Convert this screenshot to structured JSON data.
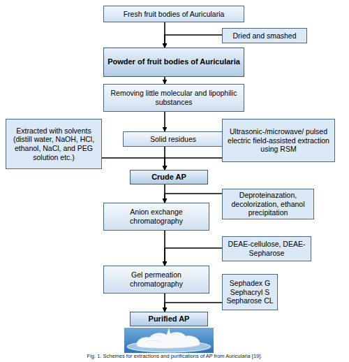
{
  "diagram": {
    "caption": "Fig. 1. Schemes for extractions and purifications of AP from Auricularia [19].",
    "nodes": [
      {
        "text": [
          "Fresh fruit bodies of Auricularia"
        ]
      },
      {
        "text": [
          "Dried and smashed"
        ]
      },
      {
        "text": [
          "Powder of fruit bodies of Auricularia"
        ]
      },
      {
        "text": [
          "Removing little molecular and lipophilic substances"
        ]
      },
      {
        "text": [
          "Extracted with solvents (distill water, NaOH, HCl, ethanol, NaCl, and PEG solution etc.)"
        ]
      },
      {
        "text": [
          "Solid residues"
        ]
      },
      {
        "text": [
          "Ultrasonic-/microwave/ pulsed electric field-assisted extraction using RSM"
        ]
      },
      {
        "text": [
          "Crude AP"
        ]
      },
      {
        "text": [
          "Deproteinazation, decolorization, ethanol precipitation"
        ]
      },
      {
        "text": [
          "Anion exchange chromatography"
        ]
      },
      {
        "text": [
          "DEAE-cellulose, DEAE-Sepharose"
        ]
      },
      {
        "text": [
          "Gel permeation chromatography"
        ]
      },
      {
        "text": [
          "Sephadex G Sephacryl S Sepharose CL"
        ]
      },
      {
        "text": [
          "Purified AP"
        ]
      }
    ],
    "edges": [
      {
        "from": 0,
        "to": 2,
        "arrow": "to"
      },
      {
        "from": 1,
        "to": 2,
        "arrow": "to"
      },
      {
        "from": 2,
        "to": 3,
        "arrow": "to"
      },
      {
        "from": 3,
        "to": 5,
        "arrow": "to"
      },
      {
        "from": 5,
        "to": 7,
        "arrow": "to"
      },
      {
        "from": 4,
        "to": 7,
        "arrow": "to"
      },
      {
        "from": 6,
        "to": 7,
        "arrow": "to"
      },
      {
        "from": 7,
        "to": 9,
        "arrow": "to"
      },
      {
        "from": 8,
        "to": 9,
        "arrow": "to"
      },
      {
        "from": 9,
        "to": 11,
        "arrow": "to"
      },
      {
        "from": 10,
        "to": 11,
        "arrow": "to"
      },
      {
        "from": 11,
        "to": 13,
        "arrow": "to"
      },
      {
        "from": 12,
        "to": 13,
        "arrow": "to"
      }
    ]
  }
}
